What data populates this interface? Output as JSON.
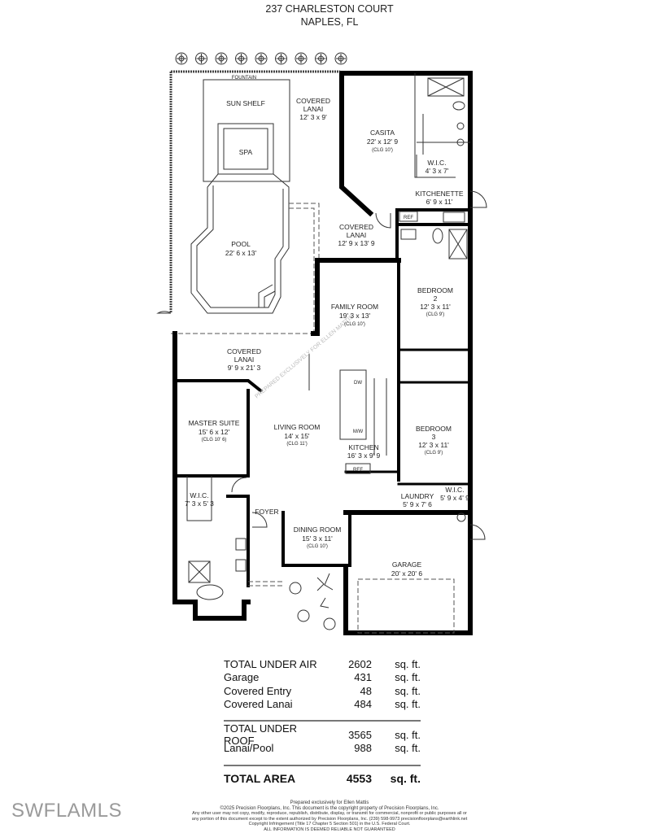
{
  "title": {
    "line1": "237 CHARLESTON COURT",
    "line2": "NAPLES, FL"
  },
  "rooms": {
    "fountain": "FOUNTAIN",
    "sun_shelf": "SUN SHELF",
    "spa": "SPA",
    "pool": {
      "name": "POOL",
      "dims": "22' 6 x 13'"
    },
    "covered_lanai_1": {
      "name1": "COVERED",
      "name2": "LANAI",
      "dims": "12' 3 x 9'"
    },
    "casita": {
      "name": "CASITA",
      "dims": "22' x 12' 9",
      "clg": "(CLG 10')"
    },
    "wic_casita": {
      "name": "W.I.C.",
      "dims": "4' 3 x 7'"
    },
    "kitchenette": {
      "name": "KITCHENETTE",
      "dims": "6' 9 x 11'"
    },
    "covered_lanai_2": {
      "name1": "COVERED",
      "name2": "LANAI",
      "dims": "12' 9 x 13' 9"
    },
    "family_room": {
      "name": "FAMILY ROOM",
      "dims": "19' 3 x 13'",
      "clg": "(CLG 10')"
    },
    "bedroom_2": {
      "name1": "BEDROOM",
      "name2": "2",
      "dims": "12' 3 x 11'",
      "clg": "(CLG 9')"
    },
    "covered_lanai_3": {
      "name1": "COVERED",
      "name2": "LANAI",
      "dims": "9' 9 x 21' 3"
    },
    "master_suite": {
      "name": "MASTER SUITE",
      "dims": "15' 6 x 12'",
      "clg": "(CLG 10' 6)"
    },
    "living_room": {
      "name": "LIVING ROOM",
      "dims": "14' x 15'",
      "clg": "(CLG 11')"
    },
    "kitchen": {
      "name": "KITCHEN",
      "dims": "16' 3 x 9' 9"
    },
    "bedroom_3": {
      "name1": "BEDROOM",
      "name2": "3",
      "dims": "12' 3 x 11'",
      "clg": "(CLG 9')"
    },
    "wic_master": {
      "name": "W.I.C.",
      "dims": "7' 3 x 5' 3"
    },
    "wic_bed3": {
      "name": "W.I.C.",
      "dims": "5' 9 x 4' 9"
    },
    "laundry": {
      "name": "LAUNDRY",
      "dims": "5' 9 x 7' 6"
    },
    "foyer": "FOYER",
    "dining_room": {
      "name": "DINING ROOM",
      "dims": "15' 3 x 11'",
      "clg": "(CLG 10')"
    },
    "garage": {
      "name": "GARAGE",
      "dims": "20' x 20' 6"
    },
    "fixtures": {
      "ref": "REF",
      "dw": "DW",
      "mw": "M/W"
    }
  },
  "watermark_plan": "PREPARED EXCLUSIVELY FOR ELLEN MATTIS",
  "areas": {
    "group1": [
      {
        "label": "TOTAL UNDER AIR",
        "value": "2602",
        "unit": "sq. ft."
      },
      {
        "label": "Garage",
        "value": "431",
        "unit": "sq. ft."
      },
      {
        "label": "Covered Entry",
        "value": "48",
        "unit": "sq. ft."
      },
      {
        "label": "Covered Lanai",
        "value": "484",
        "unit": "sq. ft."
      }
    ],
    "group2": [
      {
        "label": "TOTAL UNDER ROOF",
        "value": "3565",
        "unit": "sq. ft."
      },
      {
        "label": "Lanai/Pool",
        "value": "988",
        "unit": "sq. ft."
      }
    ],
    "total": {
      "label": "TOTAL AREA",
      "value": "4553",
      "unit": "sq. ft."
    }
  },
  "footer": {
    "prepared": "Prepared exclusively for Ellen Mattis",
    "copyright": "©2025 Precision Floorplans, Inc.  This document is the copyright property of Precision Floorplans, Inc.",
    "line3": "Any other user may not copy, modify, reproduce, republish, distribute, display, or transmit for commercial, nonprofit or public purposes all or",
    "line4": "any portion of this document except to the extent authorized by Precision Floorplans, Inc. (239) 598-9973 precisionfloorplans@earthlink.net",
    "line5": "Copyright Infringement (Title 17 Chapter 5 Section 501) in the U.S. Federal Court.",
    "line6": "ALL INFORMATION IS DEEMED RELIABLE NOT GUARANTEED"
  },
  "brand_watermark": "SWFLAMLS"
}
